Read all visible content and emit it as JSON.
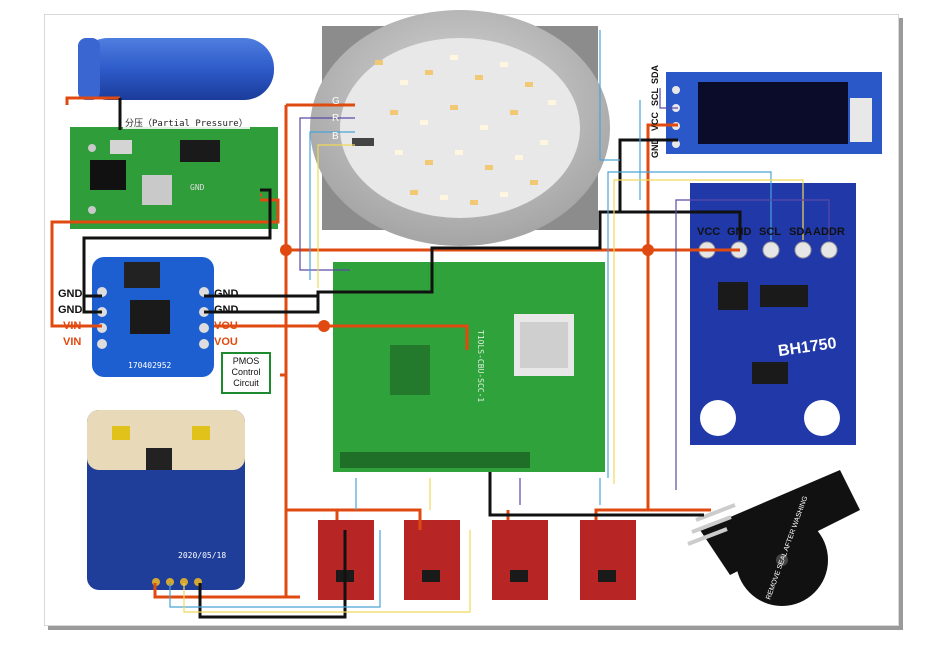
{
  "power_module_labels": {
    "gnd_1": "GND",
    "gnd_2": "GND",
    "gnd_3": "GND",
    "gnd_4": "GND",
    "vin_1": "VIN",
    "vin_2": "VIN",
    "vou_1": "VOU",
    "vou_2": "VOU"
  },
  "pmos_box": {
    "line1": "PMOS",
    "line2": "Control",
    "line3": "Circuit"
  },
  "battery_note": "分压（Partial Pressure）",
  "led_panel_labels": {
    "g": "G",
    "r": "R",
    "b": "B"
  },
  "oled_pins": [
    "GND",
    "VCC",
    "SCL",
    "SDA"
  ],
  "bh1750_pins": [
    "VCC",
    "GND",
    "SCL",
    "SDA",
    "ADDR"
  ],
  "bh1750_name": "BH1750",
  "boost_board_text": "170402952",
  "radar_board_text": "2020/05/18",
  "buzzer_text": "REMOVE SEAL AFTER WASHING",
  "colors": {
    "wire_power": "#e04a10",
    "wire_ground": "#111111",
    "wire_signal_blue": "#4aa3d8",
    "wire_signal_yellow": "#f0d85a",
    "wire_signal_purple": "#5a4aa8",
    "pcb_green": "#2e9a3a",
    "pcb_blue": "#2036a8",
    "pcb_red": "#b42020"
  }
}
